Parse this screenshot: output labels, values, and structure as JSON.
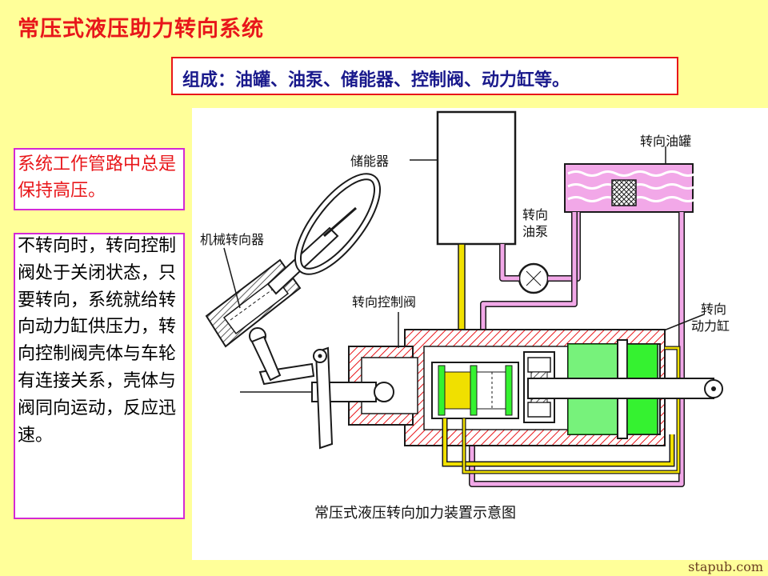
{
  "slide": {
    "title": "常压式液压助力转向系统",
    "components": "组成：油罐、油泵、储能器、控制阀、动力缸等。",
    "note_box1": "系统工作管路中总是保持高压。",
    "note_box2": "不转向时，转向控制阀处于关闭状态，只要转向，系统就给转向动力缸供压力，转向控制阀壳体与车轮有连接关系，壳体与阀同向运动，反应迅速。",
    "watermark": "stapub.com"
  },
  "diagram": {
    "labels": {
      "accumulator": "储能器",
      "reservoir": "转向油罐",
      "pump_line1": "转向",
      "pump_line2": "油泵",
      "gear": "机械转向器",
      "valve": "转向控制阀",
      "cylinder_line1": "转向",
      "cylinder_line2": "动力缸",
      "caption": "常压式液压转向加力装置示意图"
    },
    "colors": {
      "pressure_line": "#f0e000",
      "return_line": "#f2a8e8",
      "piston": "#35f230",
      "cylinder_fluid": "#c8f2d8",
      "hatch": "#e8161a",
      "frame": "#1a1a1a"
    }
  }
}
